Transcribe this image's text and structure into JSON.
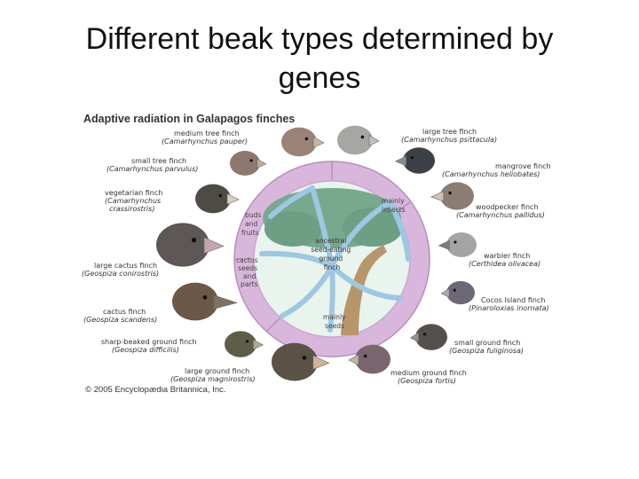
{
  "slide": {
    "title_line1": "Different beak types determined by",
    "title_line2": "genes"
  },
  "figure": {
    "title": "Adaptive radiation in Galapagos finches",
    "copyright": "© 2005 Encyclopædia Britannica, Inc.",
    "center_label": [
      "ancestral",
      "seed-eating",
      "ground",
      "finch"
    ],
    "diet_labels": {
      "buds": [
        "buds",
        "and",
        "fruits"
      ],
      "cactus": [
        "cactus",
        "seeds",
        "and",
        "parts"
      ],
      "insects": [
        "mainly",
        "insects"
      ],
      "seeds": [
        "mainly",
        "seeds"
      ]
    },
    "colors": {
      "ring": "#d9b7dc",
      "ring_edge": "#b58fbc",
      "center": "#e9f4ee",
      "tree": "#76a98d",
      "branch": "#9fc7e2"
    },
    "finches": [
      {
        "common": "medium tree finch",
        "sci": "(Camarhynchus pauper)"
      },
      {
        "common": "small tree finch",
        "sci": "(Camarhynchus parvulus)"
      },
      {
        "common": "vegetarian finch",
        "sci": "(Camarhynchus crassirostris)",
        "sci1": "(Camarhynchus",
        "sci2": "crassirostris)"
      },
      {
        "common": "large cactus finch",
        "sci": "(Geospiza conirostris)"
      },
      {
        "common": "cactus finch",
        "sci": "(Geospiza scandens)"
      },
      {
        "common": "sharp-beaked ground finch",
        "sci": "(Geospiza difficilis)"
      },
      {
        "common": "large ground finch",
        "sci": "(Geospiza magnirostris)"
      },
      {
        "common": "medium ground finch",
        "sci": "(Geospiza fortis)"
      },
      {
        "common": "small ground finch",
        "sci": "(Geospiza fuliginosa)"
      },
      {
        "common": "Cocos Island finch",
        "sci": "(Pinaroloxias inornata)"
      },
      {
        "common": "warbler finch",
        "sci": "(Certhidea olivacea)"
      },
      {
        "common": "woodpecker finch",
        "sci": "(Camarhynchus pallidus)"
      },
      {
        "common": "mangrove finch",
        "sci": "(Camarhynchus heliobates)"
      },
      {
        "common": "large tree finch",
        "sci": "(Camarhynchus psittacula)"
      }
    ]
  }
}
